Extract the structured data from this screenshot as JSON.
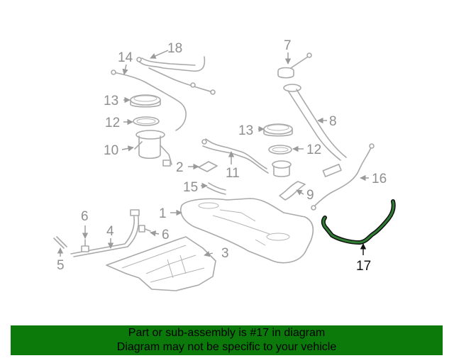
{
  "callouts": {
    "c1": "1",
    "c2": "2",
    "c3": "3",
    "c4": "4",
    "c5": "5",
    "c6a": "6",
    "c6b": "6",
    "c7": "7",
    "c8": "8",
    "c9": "9",
    "c10": "10",
    "c11": "11",
    "c12a": "12",
    "c12b": "12",
    "c13a": "13",
    "c13b": "13",
    "c14": "14",
    "c15": "15",
    "c16": "16",
    "c17": "17",
    "c18": "18"
  },
  "highlighted_part": "17",
  "colors": {
    "highlight": "#2e7d32",
    "banner": "#0b7a0b",
    "parts": "#a9a9a9"
  },
  "banner": {
    "line1": "Part or sub-assembly is #17 in diagram",
    "line2": "Diagram may not be specific to your vehicle"
  }
}
